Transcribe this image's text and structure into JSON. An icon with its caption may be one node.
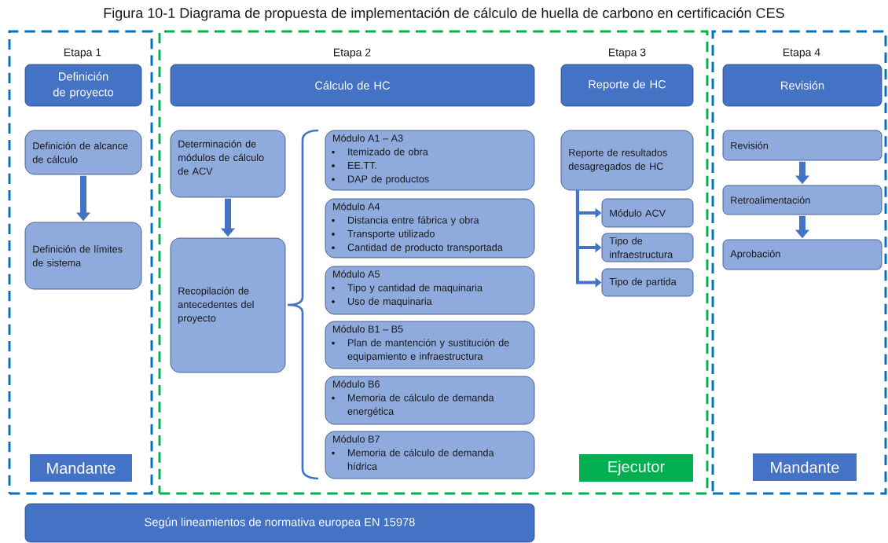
{
  "diagram": {
    "title": "Figura 10-1 Diagrama de propuesta de implementación de cálculo de huella de carbono en certificación CES",
    "nodes": [
      {
        "text": [
          "Etapa 1"
        ]
      },
      {
        "text": [
          "Definición de proyecto"
        ],
        "in": 0
      },
      {
        "text": [
          "Definición de alcance de cálculo"
        ],
        "in": 0
      },
      {
        "text": [
          "Definición de límites de sistema"
        ],
        "in": 0
      },
      {
        "text": [
          "Mandante"
        ],
        "in": 0
      },
      {
        "text": [
          "Etapa 2",
          "Etapa 3"
        ]
      },
      {
        "text": [
          "Cálculo de HC"
        ],
        "in": 5
      },
      {
        "text": [
          "Determinación de módulos de cálculo de ACV"
        ],
        "in": 5
      },
      {
        "text": [
          "Recopilación de antecedentes del proyecto"
        ],
        "in": 5
      },
      {
        "text": [
          "Módulo A1 – A3",
          "Itemizado de obra",
          "EE.TT.",
          "DAP de productos"
        ],
        "in": 5
      },
      {
        "text": [
          "Módulo A4",
          "Distancia entre fábrica y obra",
          "Transporte utilizado",
          "Cantidad de producto transportada"
        ],
        "in": 5
      },
      {
        "text": [
          "Módulo A5",
          "Tipo y cantidad de maquinaria",
          "Uso de maquinaria"
        ],
        "in": 5
      },
      {
        "text": [
          "Módulo B1 – B5",
          "Plan de mantención y sustitución de equipamiento e infraestructura"
        ],
        "in": 5
      },
      {
        "text": [
          "Módulo B6",
          "Memoria de cálculo de demanda energética"
        ],
        "in": 5
      },
      {
        "text": [
          "Módulo B7",
          "Memoria de cálculo de demanda hídrica"
        ],
        "in": 5
      },
      {
        "text": [
          "Reporte de HC"
        ],
        "in": 5
      },
      {
        "text": [
          "Reporte de resultados desagregados de HC"
        ],
        "in": 5
      },
      {
        "text": [
          "Módulo ACV"
        ],
        "in": 5
      },
      {
        "text": [
          "Tipo de infraestructura"
        ],
        "in": 5
      },
      {
        "text": [
          "Tipo de partida"
        ],
        "in": 5
      },
      {
        "text": [
          "Ejecutor"
        ],
        "in": 5
      },
      {
        "text": [
          "Etapa 4"
        ]
      },
      {
        "text": [
          "Revisión"
        ],
        "in": 21
      },
      {
        "text": [
          "Revisión"
        ],
        "in": 21
      },
      {
        "text": [
          "Retroalimentación"
        ],
        "in": 21
      },
      {
        "text": [
          "Aprobación"
        ],
        "in": 21
      },
      {
        "text": [
          "Mandante"
        ],
        "in": 21
      },
      {
        "text": [
          "Según lineamientos de normativa europea EN 15978"
        ]
      }
    ],
    "edges": [
      {
        "from": 2,
        "to": 3,
        "arrow": "to"
      },
      {
        "from": 7,
        "to": 8,
        "arrow": "to"
      },
      {
        "from": 16,
        "to": 17,
        "arrow": "to"
      },
      {
        "from": 16,
        "to": 18,
        "arrow": "to"
      },
      {
        "from": 16,
        "to": 19,
        "arrow": "to"
      },
      {
        "from": 23,
        "to": 24,
        "arrow": "to"
      },
      {
        "from": 24,
        "to": 25,
        "arrow": "to"
      }
    ]
  }
}
